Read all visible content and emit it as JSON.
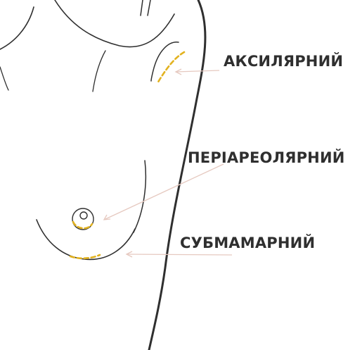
{
  "colors": {
    "outline": "#2f2f2f",
    "incision": "#e2b21f",
    "pointer": "#e6c9c0",
    "label": "#2f2f2f",
    "background": "#ffffff"
  },
  "labels": {
    "axillary": "АКСИЛЯРНИЙ",
    "periareolar": "ПЕРІАРЕОЛЯРНИЙ",
    "submammary": "СУБМАМАРНИЙ"
  }
}
